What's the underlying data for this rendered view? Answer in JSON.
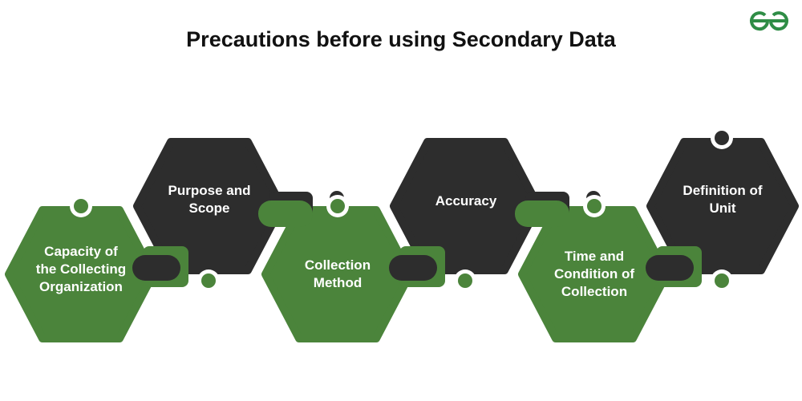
{
  "title": "Precautions before using Secondary Data",
  "colors": {
    "green": "#4b843b",
    "dark": "#2d2d2d"
  },
  "steps": [
    {
      "label": "Capacity of the Collecting Organization",
      "color": "green"
    },
    {
      "label": "Purpose and Scope",
      "color": "dark"
    },
    {
      "label": "Collection Method",
      "color": "green"
    },
    {
      "label": "Accuracy",
      "color": "dark"
    },
    {
      "label": "Time and Condition of Collection",
      "color": "green"
    },
    {
      "label": "Definition of Unit",
      "color": "dark"
    }
  ]
}
